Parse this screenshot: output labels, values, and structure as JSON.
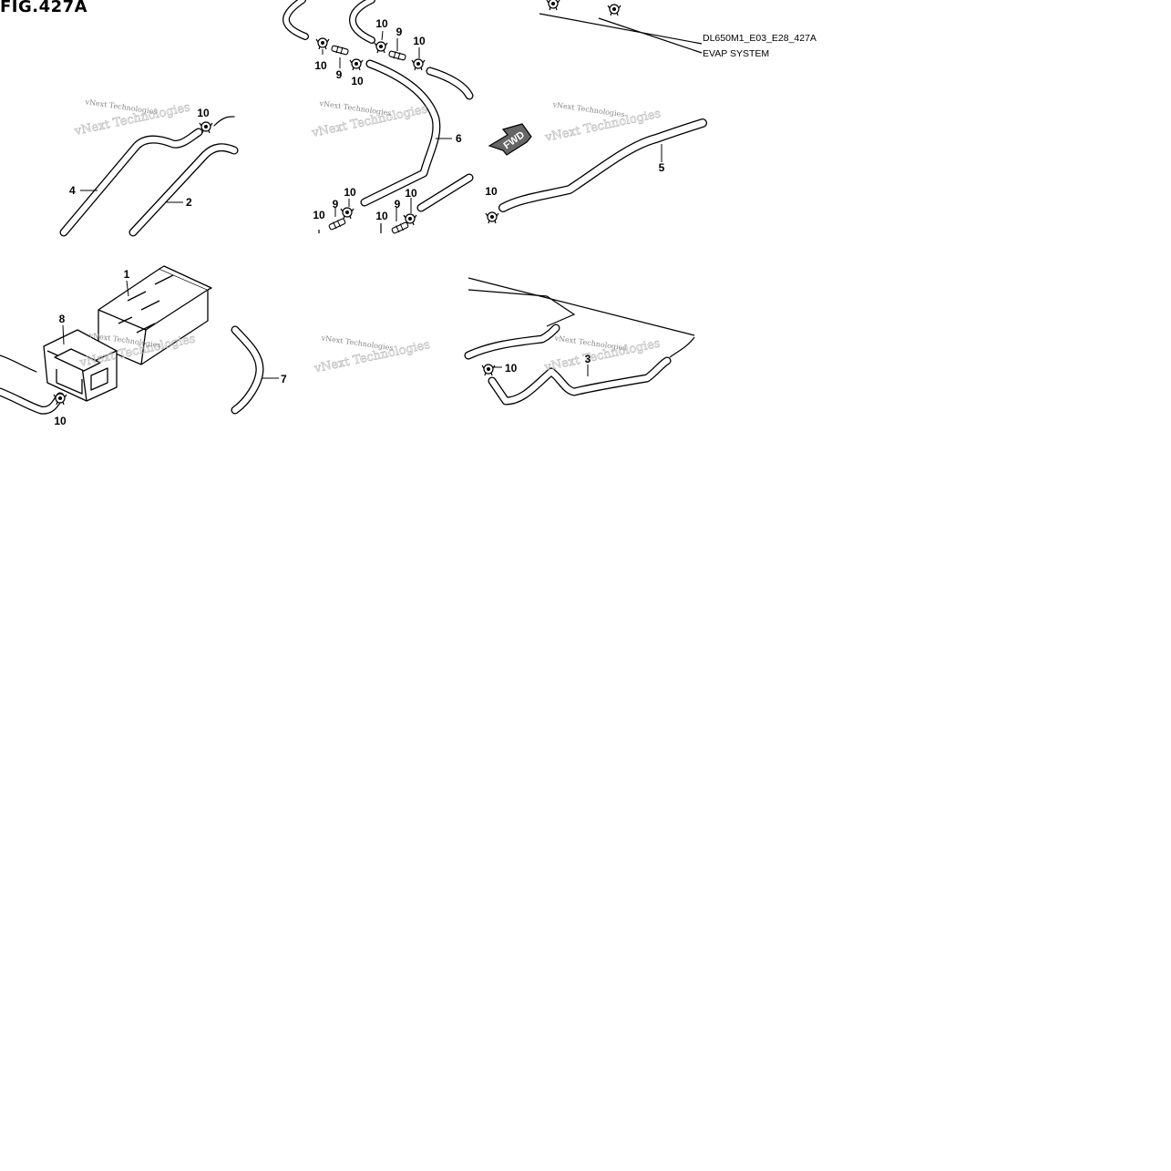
{
  "header": {
    "figure": "FIG.427A",
    "code": "DL650M1_E03_E28_427A",
    "title": "EVAP SYSTEM"
  },
  "direction": {
    "label": "FWD"
  },
  "watermark": {
    "line1": "vNext Technologies",
    "line2": "vNext Technologies"
  },
  "labels": {
    "l1": "1",
    "l2": "2",
    "l3": "3",
    "l4": "4",
    "l5": "5",
    "l6": "6",
    "l7": "7",
    "l8": "8",
    "n9a": "9",
    "n9b": "9",
    "n9c": "9",
    "n9d": "9",
    "n10a": "10",
    "n10b": "10",
    "n10c": "10",
    "n10d": "10",
    "n10e": "10",
    "n10f": "10",
    "n10g": "10",
    "n10h": "10",
    "n10i": "10",
    "n10j": "10",
    "n10k": "10"
  }
}
